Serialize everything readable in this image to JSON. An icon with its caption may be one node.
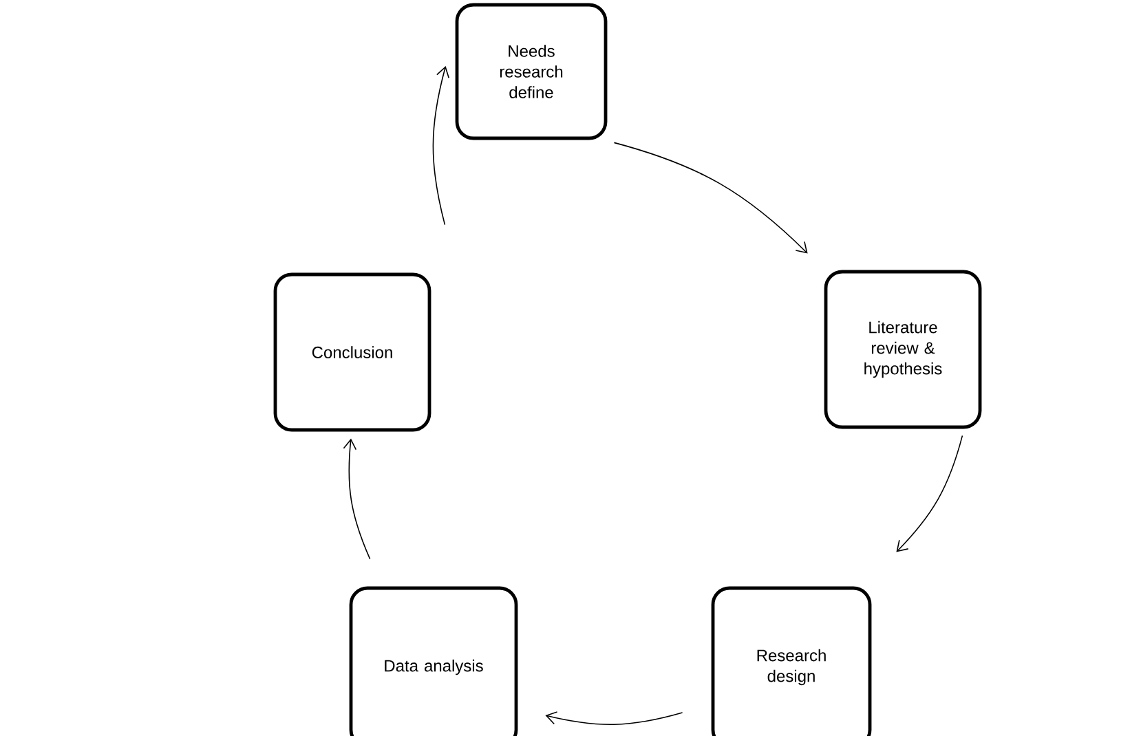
{
  "diagram": {
    "nodes": [
      {
        "text": [
          "Needs research define"
        ]
      },
      {
        "text": [
          "Literature review & hypothesis"
        ]
      },
      {
        "text": [
          "Research design"
        ]
      },
      {
        "text": [
          "Data analysis"
        ]
      },
      {
        "text": [
          "Conclusion"
        ]
      }
    ],
    "edges": [
      {
        "from": 0,
        "to": 1,
        "arrow": "to"
      },
      {
        "from": 1,
        "to": 2,
        "arrow": "to"
      },
      {
        "from": 2,
        "to": 3,
        "arrow": "to"
      },
      {
        "from": 3,
        "to": 4,
        "arrow": "to"
      },
      {
        "from": 4,
        "to": 0,
        "arrow": "to"
      }
    ]
  }
}
